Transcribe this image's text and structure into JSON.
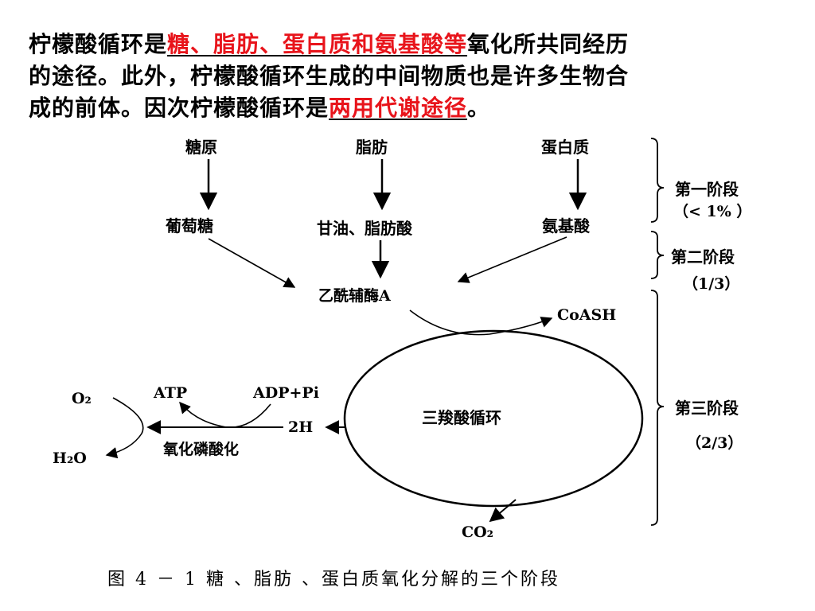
{
  "intro": {
    "line1_prefix": "柠檬酸循环是",
    "line1_highlight": "糖、脂肪、蛋白质和氨基酸等",
    "line1_suffix": "氧化所共同经历",
    "line2": "的途径。此外，柠檬酸循环生成的中间物质也是许多生物合",
    "line3_prefix": "成的前体。因次柠檬酸循环是",
    "line3_highlight": "两用代谢途径",
    "line3_suffix": "。"
  },
  "diagram": {
    "sources": [
      "糖原",
      "脂肪",
      "蛋白质"
    ],
    "products": [
      "葡萄糖",
      "甘油、脂肪酸",
      "氨基酸"
    ],
    "acetyl_coa": "乙酰辅酶A",
    "coash": "CoASH",
    "cycle": "三羧酸循环",
    "co2": "CO₂",
    "two_h": "2H",
    "atp": "ATP",
    "adp_pi": "ADP+Pi",
    "o2": "O₂",
    "h2o": "H₂O",
    "oxphos": "氧化磷酸化",
    "stages": [
      {
        "name": "第一阶段",
        "share": "（< 1%  ）"
      },
      {
        "name": "第二阶段",
        "share": "（1/3）"
      },
      {
        "name": "第三阶段",
        "share": "（2/3）"
      }
    ]
  },
  "caption": "图 4 － 1    糖 、脂肪 、蛋白质氧化分解的三个阶段"
}
